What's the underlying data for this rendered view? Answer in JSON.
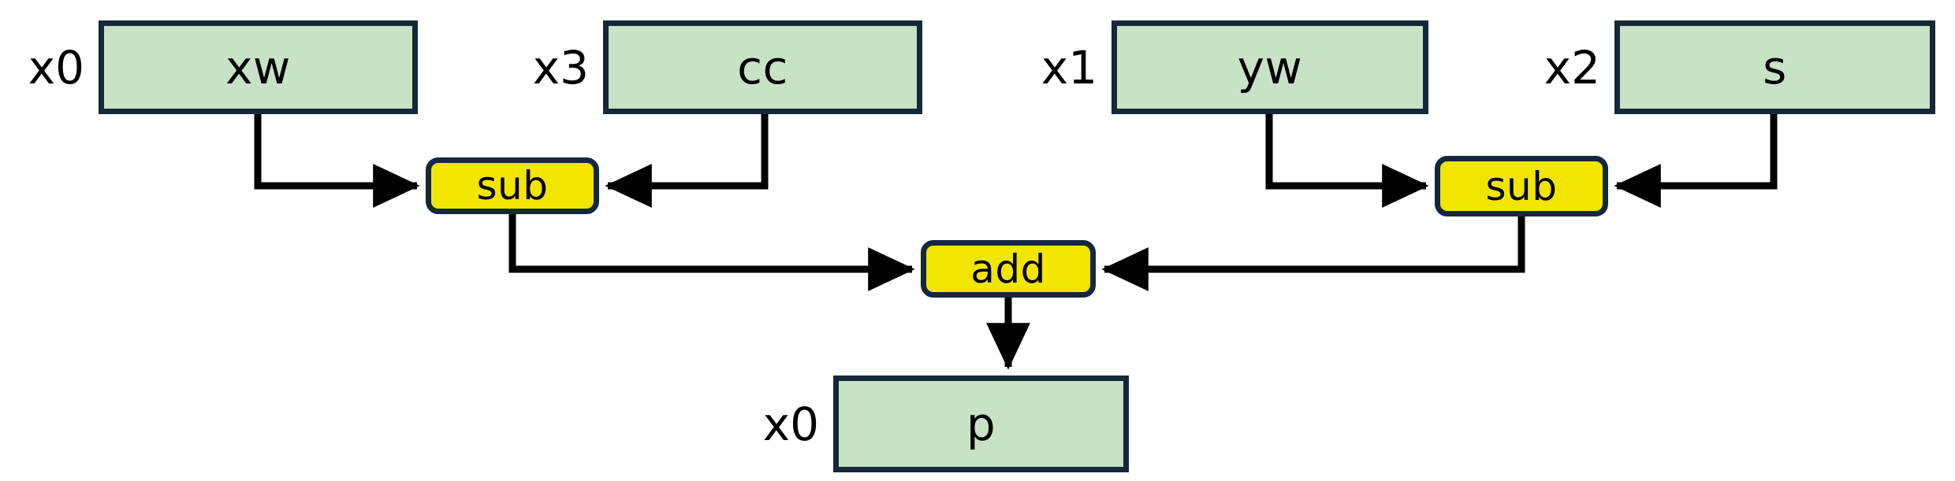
{
  "diagram": {
    "type": "dataflow-graph",
    "title": "",
    "background_color": "#ffffff",
    "palette": {
      "variable_fill": "#c8e2c5",
      "operation_fill": "#f2e500",
      "stroke": "#14283a",
      "edge": "#000000",
      "text": "#000000"
    },
    "variables": [
      {
        "id": "xw",
        "label": "xw",
        "port": "x0"
      },
      {
        "id": "cc",
        "label": "cc",
        "port": "x3"
      },
      {
        "id": "yw",
        "label": "yw",
        "port": "x1"
      },
      {
        "id": "s",
        "label": "s",
        "port": "x2"
      },
      {
        "id": "p",
        "label": "p",
        "port": "x0"
      }
    ],
    "operations": [
      {
        "id": "sub_left",
        "label": "sub"
      },
      {
        "id": "sub_right",
        "label": "sub"
      },
      {
        "id": "add",
        "label": "add"
      }
    ],
    "edges": [
      {
        "from": "xw",
        "to": "sub_left"
      },
      {
        "from": "cc",
        "to": "sub_left"
      },
      {
        "from": "yw",
        "to": "sub_right"
      },
      {
        "from": "s",
        "to": "sub_right"
      },
      {
        "from": "sub_left",
        "to": "add"
      },
      {
        "from": "sub_right",
        "to": "add"
      },
      {
        "from": "add",
        "to": "p"
      }
    ]
  }
}
